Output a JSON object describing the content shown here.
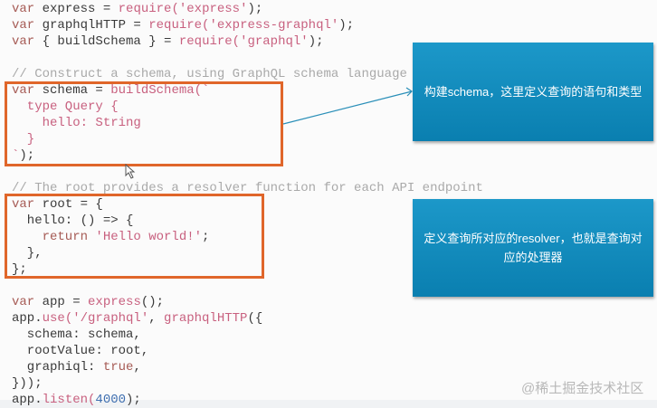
{
  "code_lines": [
    [
      [
        "k",
        "var"
      ],
      [
        "p",
        " express = "
      ],
      [
        "s",
        "require("
      ],
      [
        "s",
        "'express'"
      ],
      [
        "p",
        ");"
      ]
    ],
    [
      [
        "k",
        "var"
      ],
      [
        "p",
        " graphqlHTTP = "
      ],
      [
        "s",
        "require("
      ],
      [
        "s",
        "'express-graphql'"
      ],
      [
        "p",
        ");"
      ]
    ],
    [
      [
        "k",
        "var"
      ],
      [
        "p",
        " { buildSchema } = "
      ],
      [
        "s",
        "require("
      ],
      [
        "s",
        "'graphql'"
      ],
      [
        "p",
        ");"
      ]
    ],
    [],
    [
      [
        "c",
        "// Construct a schema, using GraphQL schema language"
      ]
    ],
    [
      [
        "k",
        "var"
      ],
      [
        "p",
        " schema = "
      ],
      [
        "s",
        "buildSchema(`"
      ]
    ],
    [
      [
        "s",
        "  type Query {"
      ]
    ],
    [
      [
        "s",
        "    hello: String"
      ]
    ],
    [
      [
        "s",
        "  }"
      ]
    ],
    [
      [
        "s",
        "`"
      ],
      [
        "p",
        ");"
      ]
    ],
    [],
    [
      [
        "c",
        "// The root provides a resolver function for each API endpoint"
      ]
    ],
    [
      [
        "k",
        "var"
      ],
      [
        "p",
        " root = {"
      ]
    ],
    [
      [
        "p",
        "  hello: () => {"
      ]
    ],
    [
      [
        "k",
        "    return"
      ],
      [
        "s",
        " 'Hello world!'"
      ],
      [
        "p",
        ";"
      ]
    ],
    [
      [
        "p",
        "  },"
      ]
    ],
    [
      [
        "p",
        "};"
      ]
    ],
    [],
    [
      [
        "k",
        "var"
      ],
      [
        "p",
        " app = "
      ],
      [
        "s",
        "express"
      ],
      [
        "p",
        "();"
      ]
    ],
    [
      [
        "p",
        "app."
      ],
      [
        "s",
        "use("
      ],
      [
        "s",
        "'/graphql'"
      ],
      [
        "p",
        ", "
      ],
      [
        "s",
        "graphqlHTTP"
      ],
      [
        "p",
        "({"
      ]
    ],
    [
      [
        "p",
        "  schema: schema,"
      ]
    ],
    [
      [
        "p",
        "  rootValue: root,"
      ]
    ],
    [
      [
        "p",
        "  graphiql: "
      ],
      [
        "k",
        "true"
      ],
      [
        "p",
        ","
      ]
    ],
    [
      [
        "p",
        "}));"
      ]
    ],
    [
      [
        "p",
        "app."
      ],
      [
        "s",
        "listen("
      ],
      [
        "n",
        "4000"
      ],
      [
        "p",
        ");"
      ]
    ]
  ],
  "notes": {
    "schema": "构建schema，这里定义查询的语句和类型",
    "resolver": "定义查询所对应的resolver，也就是查询对应的处理器"
  },
  "watermark": "@稀土掘金技术社区",
  "colors": {
    "highlight_border": "#e0662a",
    "note_bg": "#1389bd",
    "arrow": "#2a8fb8"
  }
}
